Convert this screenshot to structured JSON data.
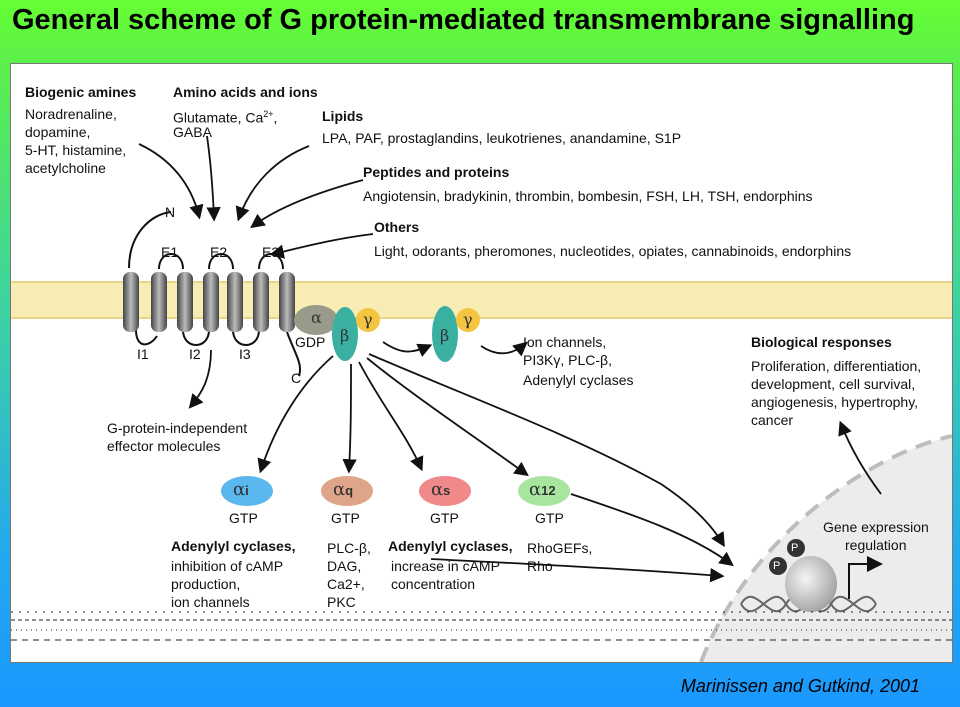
{
  "title": "General scheme of G protein-mediated transmembrane signalling",
  "citation": "Marinissen and Gutkind, 2001",
  "ligands": {
    "biogenic": {
      "heading": "Biogenic amines",
      "lines": [
        "Noradrenaline,",
        "dopamine,",
        "5-HT, histamine,",
        "acetylcholine"
      ]
    },
    "amino": {
      "heading": "Amino acids and ions",
      "line1": "Glutamate, Ca",
      "line1_sup": "2+",
      "line1_end": ",",
      "line2": "GABA"
    },
    "lipids": {
      "heading": "Lipids",
      "text": "LPA, PAF, prostaglandins, leukotrienes, anandamine, S1P"
    },
    "peptides": {
      "heading": "Peptides and proteins",
      "text": "Angiotensin, bradykinin, thrombin, bombesin, FSH, LH, TSH, endorphins"
    },
    "others": {
      "heading": "Others",
      "text": "Light, odorants, pheromones, nucleotides, opiates, cannabinoids, endorphins"
    }
  },
  "receptor": {
    "n": "N",
    "c": "C",
    "extracellular": [
      "E1",
      "E2",
      "E3"
    ],
    "intracellular": [
      "I1",
      "I2",
      "I3"
    ]
  },
  "gprotein": {
    "alpha": "α",
    "beta": "β",
    "gamma": "γ",
    "gdp": "GDP"
  },
  "betagamma": {
    "beta": "β",
    "gamma": "γ",
    "targets": [
      "Ion channels,",
      "PI3Kγ, PLC-β,",
      "Adenylyl cyclases"
    ]
  },
  "independent": [
    "G-protein-independent",
    "effector molecules"
  ],
  "biological": {
    "heading": "Biological responses",
    "lines": [
      "Proliferation, differentiation,",
      "development, cell survival,",
      "angiogenesis, hypertrophy,",
      "cancer"
    ]
  },
  "subunits": [
    {
      "alpha": "α",
      "sub": "i",
      "gtp": "GTP",
      "color": "#5bb8ef",
      "head": "Adenylyl cyclases,",
      "lines": [
        "inhibition of cAMP",
        "production,",
        "ion channels"
      ]
    },
    {
      "alpha": "α",
      "sub": "q",
      "gtp": "GTP",
      "color": "#dfa58a",
      "head": "PLC-β,",
      "lines": [
        "DAG,",
        "Ca2+,",
        "PKC"
      ]
    },
    {
      "alpha": "α",
      "sub": "s",
      "gtp": "GTP",
      "color": "#f08a8a",
      "head": "Adenylyl cyclases,",
      "lines": [
        "increase in cAMP",
        "concentration"
      ]
    },
    {
      "alpha": "α",
      "sub": "12",
      "gtp": "GTP",
      "color": "#a8e6a0",
      "head": "RhoGEFs,",
      "lines": [
        "Rho"
      ]
    }
  ],
  "nucleus": {
    "lines": [
      "Gene expression",
      "regulation"
    ],
    "p": "P"
  },
  "colors": {
    "membrane": "#f6ecb4",
    "helix": "#8a8a8a",
    "alpha_gdp": "#9a9a8a",
    "beta": "#3ab0a0",
    "gamma": "#f5c542"
  }
}
